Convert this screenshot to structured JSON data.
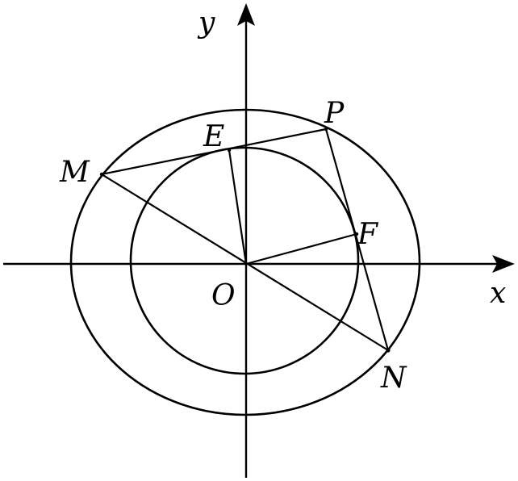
{
  "diagram": {
    "labels": {
      "x_axis": "x",
      "y_axis": "y",
      "origin": "O",
      "point_p": "P",
      "point_e": "E",
      "point_m": "M",
      "point_f": "F",
      "point_n": "N"
    },
    "colors": {
      "stroke": "#000000",
      "background": "#ffffff"
    }
  }
}
